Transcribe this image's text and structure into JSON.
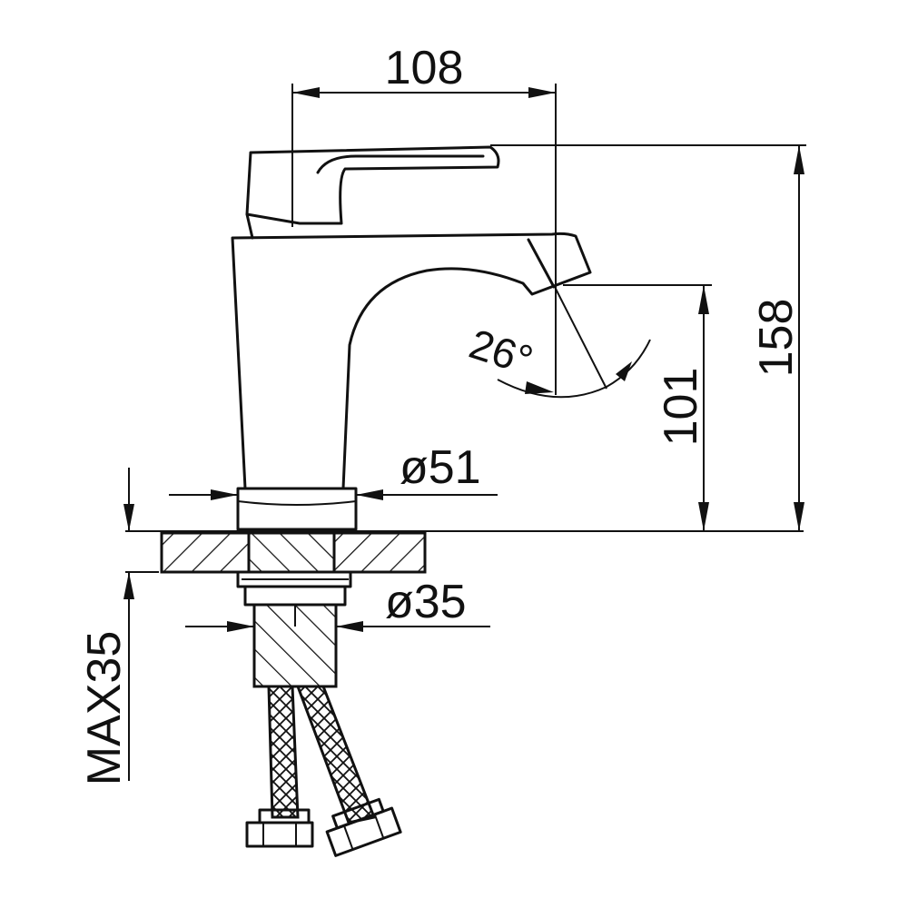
{
  "diagram": {
    "dimensions": {
      "spout_reach": "108",
      "total_height": "158",
      "spout_height": "101",
      "base_diameter": "ø51",
      "shank_diameter": "ø35",
      "max_counter_thickness": "MAX35",
      "handle_rotation": "26°"
    },
    "colors": {
      "line": "#111111",
      "background": "#ffffff"
    }
  }
}
